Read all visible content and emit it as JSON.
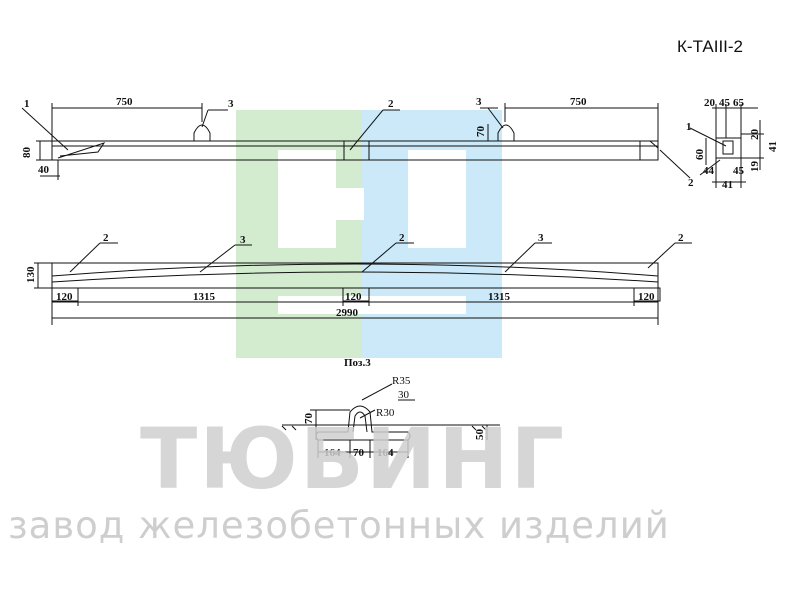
{
  "product_code": "К-ТАIII-2",
  "watermark": {
    "brand": "ТЮБИНГ",
    "tagline": "завод железобетонных изделий",
    "logo_colors": [
      "#cfeacb",
      "#c6e6f7"
    ]
  },
  "top_view": {
    "dims": {
      "left_span": "750",
      "right_span": "750",
      "height": "80",
      "edge": "40",
      "loop_height": "70"
    },
    "callouts": {
      "left_end": "1",
      "left_loop": "3",
      "middle": "2",
      "right_loop": "3",
      "right_end": "2"
    }
  },
  "section_view": {
    "dims": {
      "top_a": "20",
      "top_b": "45",
      "top_c": "65",
      "side_a": "20",
      "side_b": "41",
      "left_height": "60",
      "bottom_a": "44",
      "bottom_b": "45",
      "bottom_c": "41",
      "right_low": "19"
    },
    "callouts": {
      "item1": "1",
      "item2": "2"
    }
  },
  "plan_view": {
    "height": "130",
    "segments": [
      "120",
      "1315",
      "120",
      "1315",
      "120"
    ],
    "total": "2990",
    "callouts": [
      "2",
      "3",
      "2",
      "3",
      "2"
    ]
  },
  "detail": {
    "title": "Поз.3",
    "dims": {
      "r_outer": "R35",
      "r_inner": "R30",
      "gap": "30",
      "loop_height": "70",
      "bar_height": "50",
      "left_length": "164",
      "middle": "70",
      "right_length": "164"
    }
  }
}
